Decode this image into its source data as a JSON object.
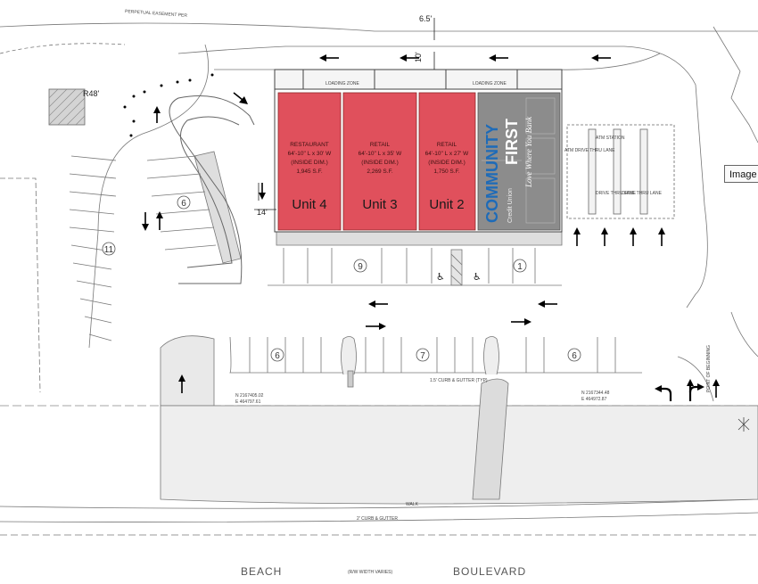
{
  "units": [
    {
      "id": "unit-4",
      "label": "Unit 4",
      "type": "RESTAURANT",
      "dims": "64'-10\" L x 30' W",
      "inside": "(INSIDE DIM.)",
      "area": "1,945 S.F."
    },
    {
      "id": "unit-3",
      "label": "Unit 3",
      "type": "RETAIL",
      "dims": "64'-10\" L x 35' W",
      "inside": "(INSIDE DIM.)",
      "area": "2,269 S.F."
    },
    {
      "id": "unit-2",
      "label": "Unit 2",
      "type": "RETAIL",
      "dims": "64'-10\" L x 27' W",
      "inside": "(INSIDE DIM.)",
      "area": "1,750 S.F."
    }
  ],
  "tenant": {
    "brand_line1": "COMMUNITY",
    "brand_line2": "FIRST",
    "brand_line3": "Credit Union",
    "tagline": "Love Where You Bank"
  },
  "labels": {
    "loading_zone_1": "LOADING ZONE",
    "loading_zone_2": "LOADING ZONE",
    "dim_top": "6.5'",
    "dim_10": "10'",
    "dim_14": "14'",
    "radius": "R48'",
    "atm_drive": "ATM DRIVE THRU LANE",
    "atm_station": "ATM STATION",
    "drive_thru_1": "DRIVE THRU LANE",
    "drive_thru_2": "DRIVE THRU LANE",
    "curb_gutter": "1.5' CURB & GUTTER (TYP)",
    "curb_gutter_bottom": "2' CURB & GUTTER",
    "point_of_beginning": "POINT OF BEGINNING",
    "easement": "PERPETUAL EASEMENT PER",
    "coord_1_n": "N 2167405.02",
    "coord_1_e": "E 464797.61",
    "coord_2_n": "N 2167344.48",
    "coord_2_e": "E 464972.87",
    "walk": "WALK",
    "street_left": "BEACH",
    "street_mid": "(R/W WIDTH VARIES)",
    "street_right": "BOULEVARD",
    "tooltip": "Image"
  },
  "stall_counts": [
    "6",
    "11",
    "9",
    "1",
    "6",
    "7",
    "6"
  ],
  "colors": {
    "unit_fill": "#e0505c",
    "bank_fill": "#8c8c8c",
    "brand_blue": "#1e6bb8",
    "line": "#555555"
  }
}
